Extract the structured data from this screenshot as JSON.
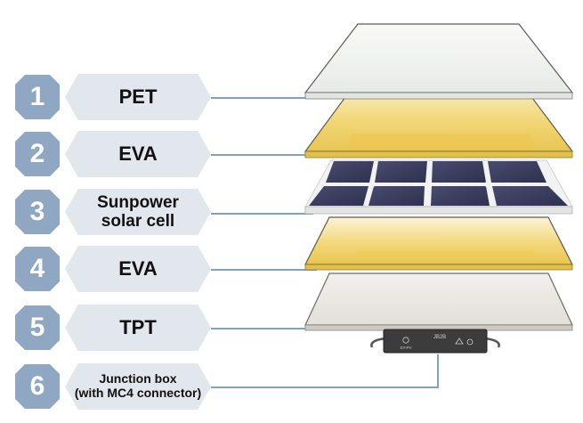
{
  "layers": [
    {
      "number": "1",
      "name": "PET"
    },
    {
      "number": "2",
      "name": "EVA"
    },
    {
      "number": "3",
      "name": "Sunpower\nsolar cell"
    },
    {
      "number": "4",
      "name": "EVA"
    },
    {
      "number": "5",
      "name": "TPT"
    },
    {
      "number": "6",
      "name": "Junction box\n(with MC4 connector)"
    }
  ],
  "junction_box": {
    "model": "JB2B",
    "brand": "SY-PV"
  },
  "colors": {
    "badge": "#8fa7c2",
    "label_bg": "#e1e7ed",
    "connector_line": "#7fa3b8",
    "pet": "#f3f4f2",
    "eva": "#f0d36a",
    "cell": "#3a3c5e",
    "tpt": "#ece9e5",
    "junction_box": "#3c3c3c"
  },
  "icons": [
    "recycle-icon",
    "warning-icon",
    "ul-mark-icon"
  ]
}
